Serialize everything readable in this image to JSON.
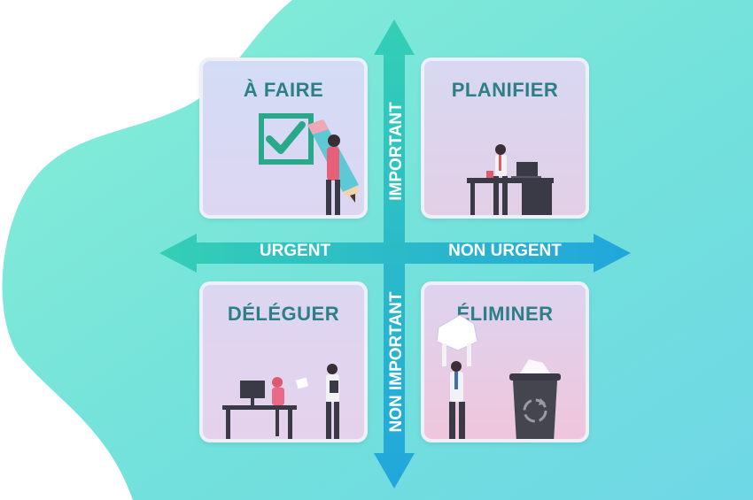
{
  "quadrants": {
    "do": {
      "title": "À FAIRE"
    },
    "plan": {
      "title": "PLANIFIER"
    },
    "delegate": {
      "title": "DÉLÉGUER"
    },
    "eliminate": {
      "title": "ÉLIMINER"
    }
  },
  "axes": {
    "left": "URGENT",
    "right": "NON URGENT",
    "top": "IMPORTANT",
    "bottom": "NON IMPORTANT"
  },
  "colors": {
    "accent_teal": "#2d7f87",
    "arrow": "#1fb2cf",
    "checkbox": "#2aa88a",
    "background_blob": "#7be6d5"
  },
  "icons": [
    "checkbox-icon",
    "pencil-icon",
    "laptop-icon",
    "recycle-icon",
    "trash-bin-icon"
  ]
}
